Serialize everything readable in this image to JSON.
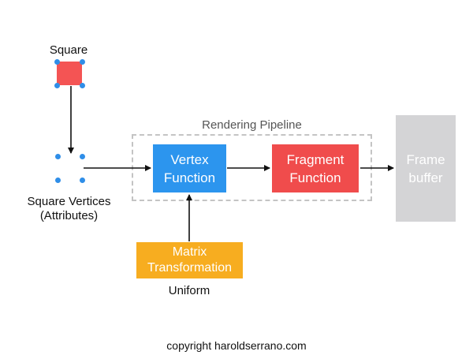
{
  "colors": {
    "square_fill": "#f45454",
    "vertex_dot": "#2f8ee8",
    "vertex_box": "#2c95ee",
    "fragment_box": "#f04c4c",
    "matrix_box": "#f7ad20",
    "framebuffer_box": "#d4d4d6",
    "pipeline_border": "#c4c4c4",
    "arrow": "#111111"
  },
  "square": {
    "label": "Square"
  },
  "vertices": {
    "label_line1": "Square Vertices",
    "label_line2": "(Attributes)"
  },
  "pipeline": {
    "title": "Rendering Pipeline",
    "vertex_function": "Vertex\nFunction",
    "fragment_function": "Fragment\nFunction"
  },
  "matrix": {
    "label": "Matrix\nTransformation",
    "caption": "Uniform"
  },
  "framebuffer": {
    "label": "Frame\nbuffer"
  },
  "footer": {
    "copyright": "copyright haroldserrano.com"
  }
}
